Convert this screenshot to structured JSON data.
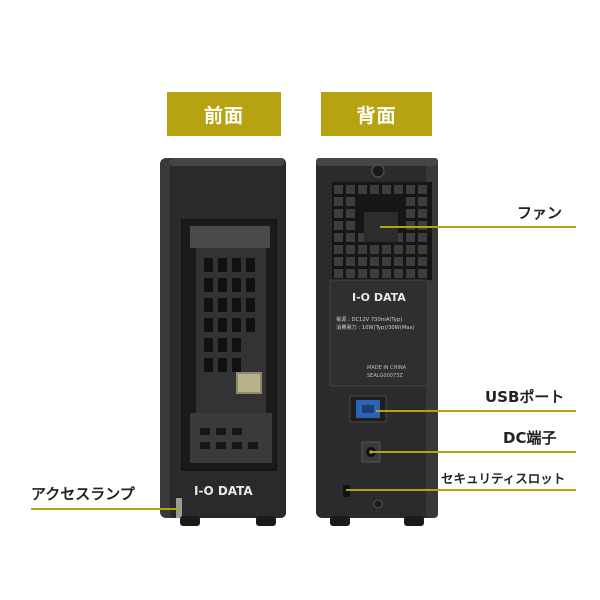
{
  "views": {
    "front": "前面",
    "back": "背面"
  },
  "callouts": {
    "fan": "ファン",
    "usb_port": "USBポート",
    "dc_terminal": "DC端子",
    "security_slot": "セキュリティスロット",
    "access_lamp": "アクセスランプ"
  },
  "brand": {
    "front_logo": "I-O DATA",
    "back_logo": "I-O DATA"
  },
  "label_plate": {
    "line1_key": "電源",
    "line1_val": ": DC12V 730mA(Typ)",
    "line2_key": "消費電力",
    "line2_val": ": 10W(Typ)/30W(Max)",
    "made_in": "MADE IN CHINA",
    "model": "SEALG00073Z"
  },
  "colors": {
    "accent": "#b7a312",
    "device_body": "#2a2a2c",
    "port_blue": "#2c63b5"
  }
}
